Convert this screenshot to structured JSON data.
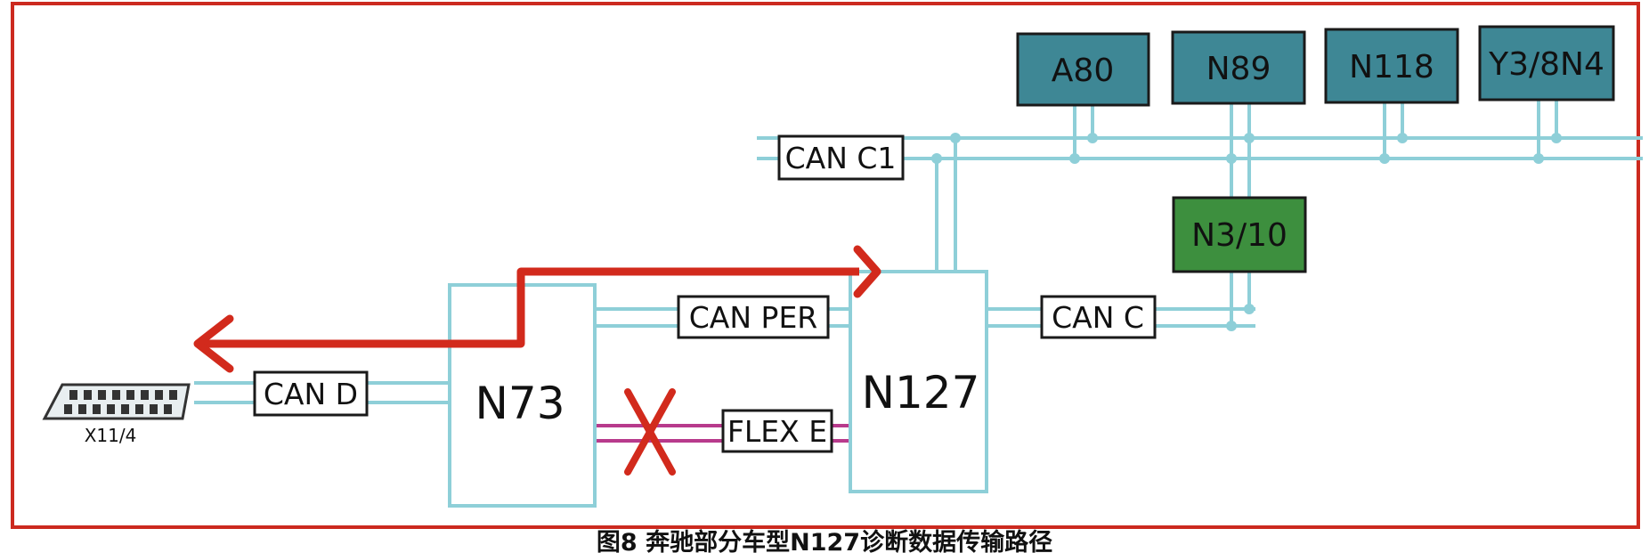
{
  "caption": "图8 奔驰部分车型N127诊断数据传输路径",
  "colors": {
    "frame": "#cc2a1f",
    "wire": "#8ecfd8",
    "box": "#8ecfd8",
    "ecu_fill": "#3e8795",
    "n310_fill": "#3d8f3e",
    "flex_wire": "#b83a8c",
    "arrow": "#d22a1c"
  },
  "connector": {
    "label": "X11/4",
    "icon": "obd-connector-icon"
  },
  "ecus": [
    {
      "id": "a80",
      "label": "A80"
    },
    {
      "id": "n89",
      "label": "N89"
    },
    {
      "id": "n118",
      "label": "N118"
    },
    {
      "id": "y38n4",
      "label": "Y3/8N4"
    },
    {
      "id": "n310",
      "label": "N3/10"
    }
  ],
  "modules": {
    "n73": "N73",
    "n127": "N127"
  },
  "buses": {
    "can_d": "CAN D",
    "can_c1": "CAN C1",
    "can_per": "CAN PER",
    "can_c": "CAN C",
    "flex_e": "FLEX E"
  },
  "marks": {
    "flex_broken": "cross-icon",
    "data_path": "diagnostic-path-arrow"
  }
}
